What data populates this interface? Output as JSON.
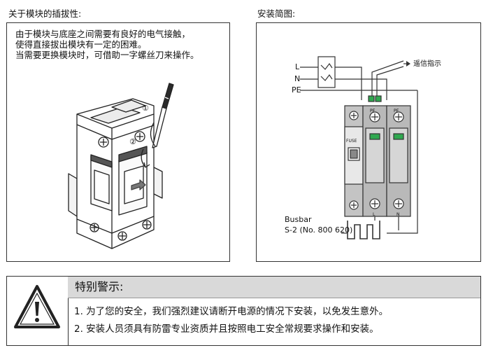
{
  "left": {
    "heading": "关于模块的插拔性:",
    "lines": [
      "由于模块与底座之间需要有良好的电气接触，",
      "使得直接拔出模块有一定的困难。",
      "当需要更换模块时，可借助一字螺丝刀来操作。"
    ],
    "step_marks": [
      "①",
      "②"
    ]
  },
  "right": {
    "heading": "安装简图:",
    "wire_labels": [
      "L",
      "N",
      "PE"
    ],
    "signal_label": "遥信指示",
    "fuse_label": "FUSE",
    "module_tag": "PE",
    "terminal_labels": [
      "L",
      "N"
    ],
    "busbar_title": "Busbar",
    "busbar_model": "S-2 (No. 800 620)"
  },
  "warning": {
    "title": "特别警示:",
    "items": [
      "1. 为了您的安全，我们强烈建议请断开电源的情况下安装，以免发生意外。",
      "2. 安装人员须具有防雷专业资质并且按照电工安全常规要求操作和安装。"
    ]
  },
  "colors": {
    "border": "#333333",
    "title_bar": "#d9d9d9",
    "indicator_green": "#2fa84f",
    "module_gray": "#b9b9b9"
  }
}
